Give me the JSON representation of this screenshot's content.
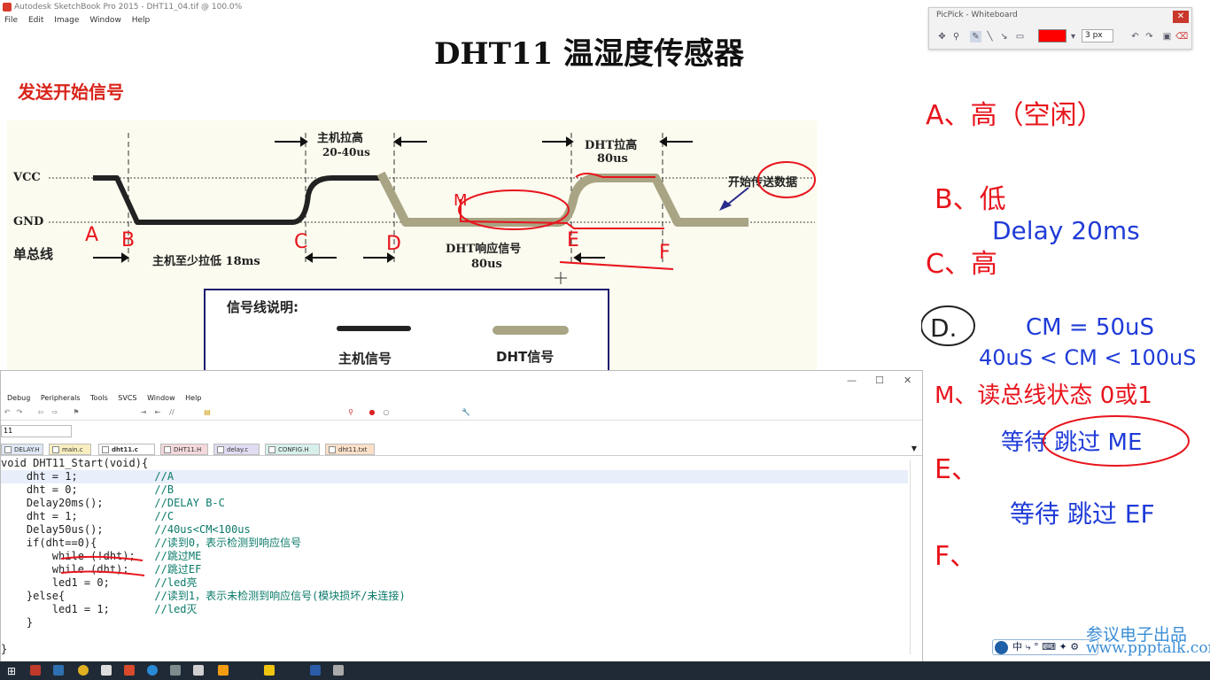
{
  "window": {
    "title": "Autodesk SketchBook Pro 2015 - DHT11_04.tif @ 100.0%"
  },
  "menu": {
    "file": "File",
    "edit": "Edit",
    "image": "Image",
    "window": "Window",
    "help": "Help"
  },
  "slide": {
    "title": "DHT11 温湿度传感器",
    "subtitle": "发送开始信号",
    "labels": {
      "vcc": "VCC",
      "gnd": "GND",
      "bus": "单总线",
      "host_high": "主机拉高",
      "host_high_time": "20-40us",
      "dht_high": "DHT拉高",
      "dht_high_time": "80us",
      "start_tx": "开始传送数据",
      "host_low": "主机至少拉低 18ms",
      "dht_resp": "DHT响应信号",
      "dht_resp_time": "80us"
    },
    "legend": {
      "title": "信号线说明:",
      "host": "主机信号",
      "dht": "DHT信号"
    },
    "annotations": {
      "a": "A",
      "b": "B",
      "c": "C",
      "d": "D",
      "e": "E",
      "f": "F",
      "m": "M"
    },
    "colors": {
      "host_line": "#222222",
      "dht_line": "#a8a484",
      "pen": "#e8141c"
    }
  },
  "handwriting": {
    "a": "A、高（空闲）",
    "b": "B、低",
    "delay": "Delay 20ms",
    "c": "C、高",
    "d_mark": "D.",
    "cm1": "CM = 50uS",
    "cm2": "40uS < CM < 100uS",
    "m": "M、读总线状态 0或1",
    "m2": "等待 跳过 ME",
    "e": "E、",
    "e2": "等待 跳过 EF",
    "f": "F、"
  },
  "picpick": {
    "title": "PicPick - Whiteboard",
    "close": "✕",
    "pen_size": "3 px",
    "pen_color": "#ff0000"
  },
  "ide": {
    "win_min": "—",
    "win_max": "☐",
    "win_close": "✕",
    "menu": [
      "Debug",
      "Peripherals",
      "Tools",
      "SVCS",
      "Window",
      "Help"
    ],
    "target": "11",
    "tabs": [
      "DELAY.H",
      "main.c",
      "dht11.c",
      "DHT11.H",
      "delay.c",
      "CONFIG.H",
      "dht11.txt"
    ],
    "code": [
      {
        "text": "void DHT11_Start(void){",
        "comment": ""
      },
      {
        "text": "    dht = 1;            ",
        "comment": "//A"
      },
      {
        "text": "    dht = 0;            ",
        "comment": "//B"
      },
      {
        "text": "    Delay20ms();        ",
        "comment": "//DELAY B-C"
      },
      {
        "text": "    dht = 1;            ",
        "comment": "//C"
      },
      {
        "text": "    Delay50us();        ",
        "comment": "//40us<CM<100us"
      },
      {
        "text": "    if(dht==0){         ",
        "comment": "//读到0，表示检测到响应信号"
      },
      {
        "text": "        while (!dht);   ",
        "comment": "//跳过ME"
      },
      {
        "text": "        while (dht);    ",
        "comment": "//跳过EF"
      },
      {
        "text": "        led1 = 0;       ",
        "comment": "//led亮"
      },
      {
        "text": "    }else{              ",
        "comment": "//读到1，表示未检测到响应信号(模块损坏/未连接)"
      },
      {
        "text": "        led1 = 1;       ",
        "comment": "//led灭"
      },
      {
        "text": "    }",
        "comment": ""
      },
      {
        "text": "",
        "comment": ""
      },
      {
        "text": "}",
        "comment": ""
      }
    ]
  },
  "ime": {
    "text": "中 ⤷ ° ⌨ ✦ ⚙"
  },
  "watermark": {
    "line1": "参议电子出品",
    "line2": "www.ppptalk.com"
  }
}
